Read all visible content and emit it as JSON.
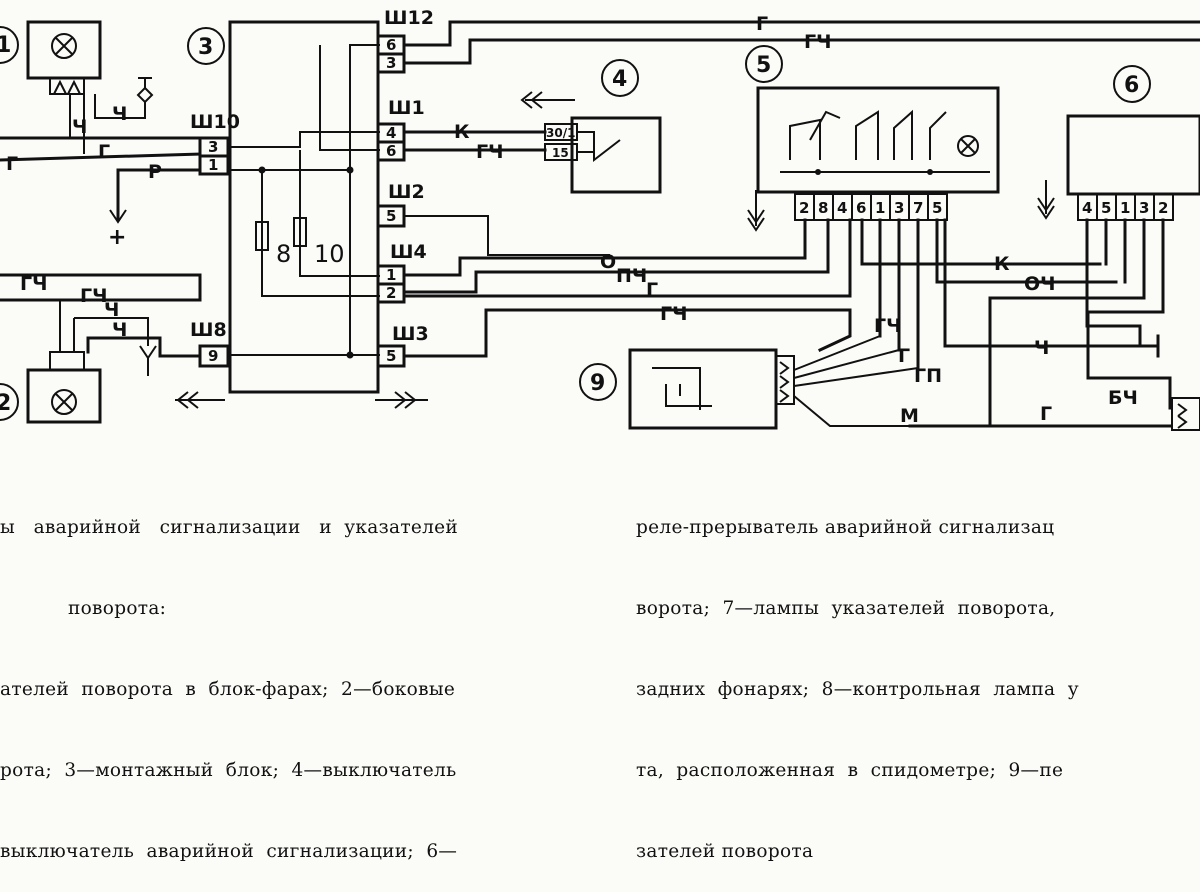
{
  "components": {
    "c1": "1",
    "c2": "2",
    "c3": "3",
    "c4": "4",
    "c5": "5",
    "c6": "6",
    "c9": "9"
  },
  "connectors": {
    "sh12": "Ш12",
    "sh1": "Ш1",
    "sh2": "Ш2",
    "sh4": "Ш4",
    "sh3": "Ш3",
    "sh10": "Ш10",
    "sh8": "Ш8"
  },
  "pins": {
    "sh12_a": "6",
    "sh12_b": "3",
    "sh1_a": "4",
    "sh1_b": "6",
    "sh2_a": "5",
    "sh4_a": "1",
    "sh4_b": "2",
    "sh3_a": "5",
    "sh10_a": "3",
    "sh10_b": "1",
    "sh8_a": "9",
    "switch4_a": "30/1",
    "switch4_b": "15",
    "relay5": [
      "2",
      "8",
      "4",
      "6",
      "1",
      "3",
      "7",
      "5"
    ],
    "switch6": [
      "4",
      "5",
      "1",
      "3",
      "2"
    ]
  },
  "fuses": {
    "f8": "8",
    "f10": "10"
  },
  "wire_labels": {
    "g": "Г",
    "gch": "ГЧ",
    "ch": "Ч",
    "k": "К",
    "r": "Р",
    "o": "О",
    "pch": "ПЧ",
    "och": "ОЧ",
    "gp": "ГП",
    "bch": "БЧ",
    "m": "М",
    "plus": "+"
  },
  "caption": {
    "left": [
      "ы   аварийной   сигнализации   и  указателей",
      "           поворота:",
      "ателей  поворота  в  блок-фарах;  2—боковые",
      "рота;  3—монтажный  блок;  4—выключатель",
      "выключатель  аварийной  сигнализации;  6—"
    ],
    "right": [
      "реле-прерыватель аварийной сигнализац",
      "ворота;  7—лампы  указателей  поворота,",
      "задних  фонарях;  8—контрольная  лампа  у",
      "та,  расположенная  в  спидометре;  9—пе",
      "зателей поворота"
    ]
  }
}
